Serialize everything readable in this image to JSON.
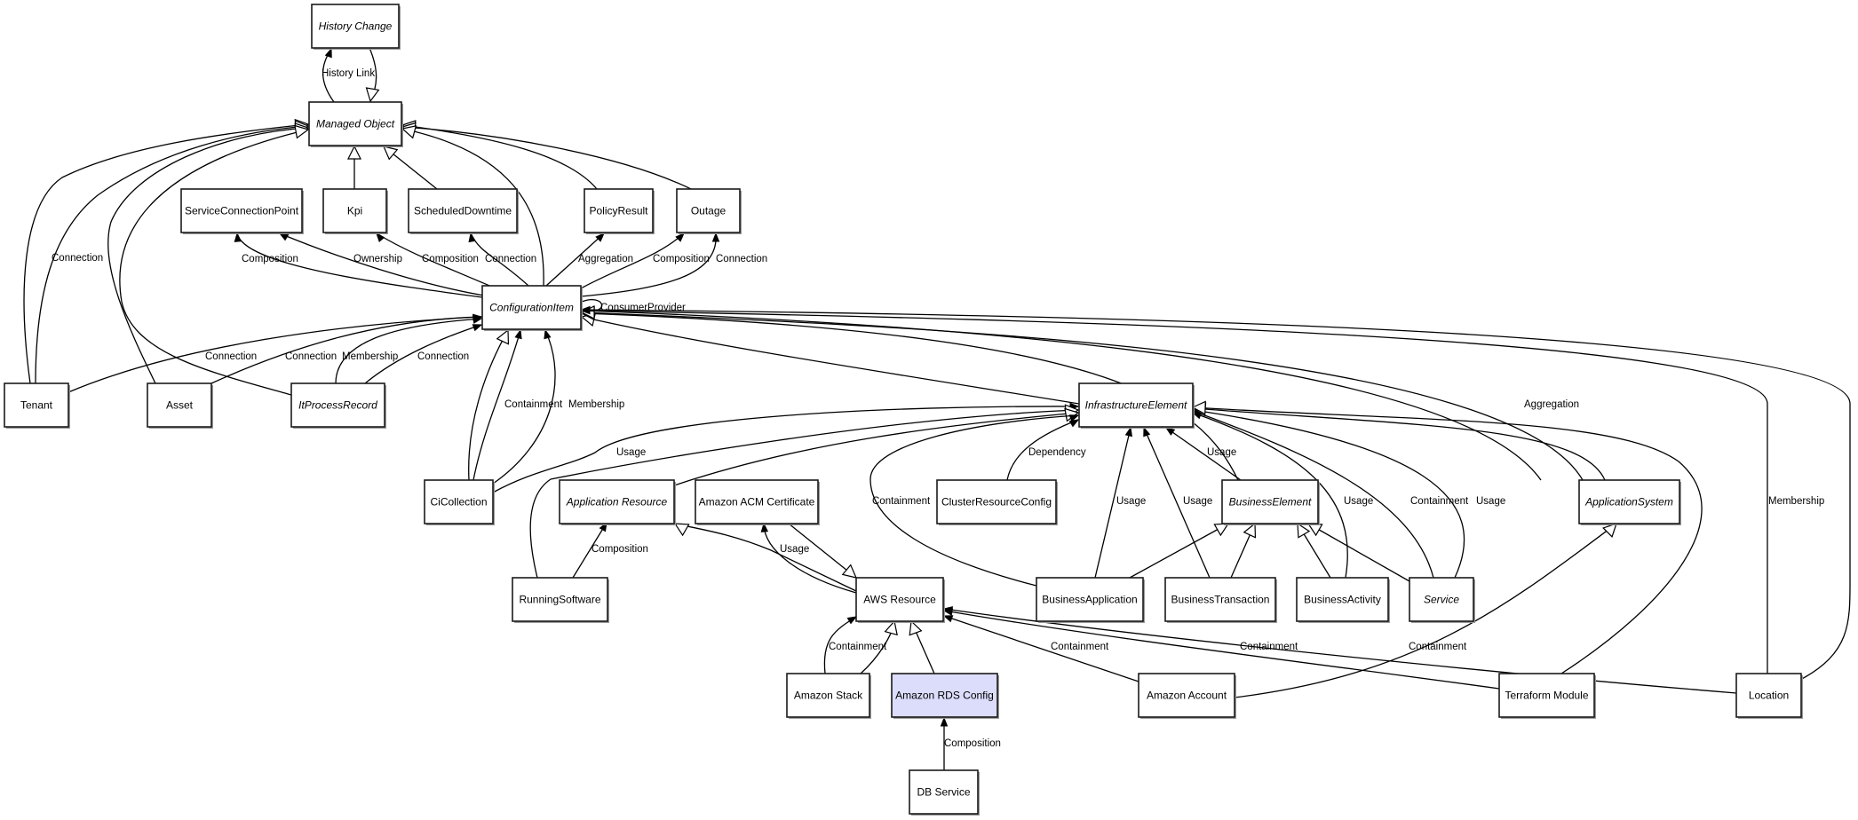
{
  "diagram": {
    "title": "CMDB Class Model",
    "highlight_color": "#dcdcfb",
    "nodes": [
      {
        "id": "history-change",
        "label": "History Change",
        "abstract": true
      },
      {
        "id": "managed-object",
        "label": "Managed Object",
        "abstract": true
      },
      {
        "id": "service-connection-point",
        "label": "ServiceConnectionPoint",
        "abstract": false
      },
      {
        "id": "kpi",
        "label": "Kpi",
        "abstract": false
      },
      {
        "id": "scheduled-downtime",
        "label": "ScheduledDowntime",
        "abstract": false
      },
      {
        "id": "policy-result",
        "label": "PolicyResult",
        "abstract": false
      },
      {
        "id": "outage",
        "label": "Outage",
        "abstract": false
      },
      {
        "id": "configuration-item",
        "label": "ConfigurationItem",
        "abstract": true
      },
      {
        "id": "tenant",
        "label": "Tenant",
        "abstract": false
      },
      {
        "id": "asset",
        "label": "Asset",
        "abstract": false
      },
      {
        "id": "it-process-record",
        "label": "ItProcessRecord",
        "abstract": true
      },
      {
        "id": "ci-collection",
        "label": "CiCollection",
        "abstract": false
      },
      {
        "id": "application-resource",
        "label": "Application Resource",
        "abstract": true
      },
      {
        "id": "amazon-acm-certificate",
        "label": "Amazon ACM Certificate",
        "abstract": false
      },
      {
        "id": "cluster-resource-config",
        "label": "ClusterResourceConfig",
        "abstract": false
      },
      {
        "id": "infrastructure-element",
        "label": "InfrastructureElement",
        "abstract": true
      },
      {
        "id": "business-element",
        "label": "BusinessElement",
        "abstract": true
      },
      {
        "id": "application-system",
        "label": "ApplicationSystem",
        "abstract": true
      },
      {
        "id": "running-software",
        "label": "RunningSoftware",
        "abstract": false
      },
      {
        "id": "aws-resource",
        "label": "AWS Resource",
        "abstract": false
      },
      {
        "id": "business-application",
        "label": "BusinessApplication",
        "abstract": false
      },
      {
        "id": "business-transaction",
        "label": "BusinessTransaction",
        "abstract": false
      },
      {
        "id": "business-activity",
        "label": "BusinessActivity",
        "abstract": false
      },
      {
        "id": "service",
        "label": "Service",
        "abstract": true
      },
      {
        "id": "amazon-stack",
        "label": "Amazon Stack",
        "abstract": false
      },
      {
        "id": "amazon-rds-config",
        "label": "Amazon RDS Config",
        "abstract": false,
        "highlighted": true
      },
      {
        "id": "amazon-account",
        "label": "Amazon Account",
        "abstract": false
      },
      {
        "id": "terraform-module",
        "label": "Terraform Module",
        "abstract": false
      },
      {
        "id": "location",
        "label": "Location",
        "abstract": false
      },
      {
        "id": "db-service",
        "label": "DB Service",
        "abstract": false
      }
    ],
    "edges": [
      {
        "from": "managed-object",
        "to": "history-change",
        "label": "History Link",
        "kind": "association"
      },
      {
        "from": "history-change",
        "to": "managed-object",
        "label": "",
        "kind": "generalization"
      },
      {
        "from": "kpi",
        "to": "managed-object",
        "label": "",
        "kind": "generalization"
      },
      {
        "from": "scheduled-downtime",
        "to": "managed-object",
        "label": "",
        "kind": "generalization"
      },
      {
        "from": "policy-result",
        "to": "managed-object",
        "label": "",
        "kind": "generalization"
      },
      {
        "from": "outage",
        "to": "managed-object",
        "label": "",
        "kind": "generalization"
      },
      {
        "from": "configuration-item",
        "to": "managed-object",
        "label": "",
        "kind": "generalization"
      },
      {
        "from": "tenant",
        "to": "managed-object",
        "label": "",
        "kind": "generalization"
      },
      {
        "from": "tenant",
        "to": "managed-object",
        "label": "Connection",
        "kind": "generalization"
      },
      {
        "from": "asset",
        "to": "managed-object",
        "label": "",
        "kind": "generalization"
      },
      {
        "from": "it-process-record",
        "to": "managed-object",
        "label": "",
        "kind": "generalization"
      },
      {
        "from": "configuration-item",
        "to": "service-connection-point",
        "label": "Composition",
        "kind": "association"
      },
      {
        "from": "configuration-item",
        "to": "service-connection-point",
        "label": "Ownership",
        "kind": "association"
      },
      {
        "from": "configuration-item",
        "to": "kpi",
        "label": "Composition",
        "kind": "association"
      },
      {
        "from": "configuration-item",
        "to": "scheduled-downtime",
        "label": "Connection",
        "kind": "association"
      },
      {
        "from": "configuration-item",
        "to": "policy-result",
        "label": "Aggregation",
        "kind": "association"
      },
      {
        "from": "configuration-item",
        "to": "outage",
        "label": "Composition",
        "kind": "association"
      },
      {
        "from": "configuration-item",
        "to": "outage",
        "label": "Connection",
        "kind": "association"
      },
      {
        "from": "configuration-item",
        "to": "configuration-item",
        "label": "ConsumerProvider",
        "kind": "association"
      },
      {
        "from": "tenant",
        "to": "configuration-item",
        "label": "Connection",
        "kind": "association"
      },
      {
        "from": "asset",
        "to": "configuration-item",
        "label": "Connection",
        "kind": "association"
      },
      {
        "from": "it-process-record",
        "to": "configuration-item",
        "label": "Membership",
        "kind": "association"
      },
      {
        "from": "it-process-record",
        "to": "configuration-item",
        "label": "Connection",
        "kind": "association"
      },
      {
        "from": "ci-collection",
        "to": "configuration-item",
        "label": "",
        "kind": "generalization"
      },
      {
        "from": "ci-collection",
        "to": "configuration-item",
        "label": "Containment",
        "kind": "association"
      },
      {
        "from": "ci-collection",
        "to": "configuration-item",
        "label": "Membership",
        "kind": "association"
      },
      {
        "from": "infrastructure-element",
        "to": "configuration-item",
        "label": "",
        "kind": "generalization"
      },
      {
        "from": "business-element",
        "to": "configuration-item",
        "label": "",
        "kind": "generalization"
      },
      {
        "from": "application-system",
        "to": "configuration-item",
        "label": "",
        "kind": "generalization"
      },
      {
        "from": "application-system",
        "to": "configuration-item",
        "label": "Aggregation",
        "kind": "association"
      },
      {
        "from": "location",
        "to": "configuration-item",
        "label": "Membership",
        "kind": "association"
      },
      {
        "from": "location",
        "to": "configuration-item",
        "label": "",
        "kind": "association"
      },
      {
        "from": "ci-collection",
        "to": "infrastructure-element",
        "label": "Usage",
        "kind": "association"
      },
      {
        "from": "running-software",
        "to": "infrastructure-element",
        "label": "",
        "kind": "generalization"
      },
      {
        "from": "application-resource",
        "to": "infrastructure-element",
        "label": "",
        "kind": "generalization"
      },
      {
        "from": "business-application",
        "to": "infrastructure-element",
        "label": "Containment",
        "kind": "association"
      },
      {
        "from": "cluster-resource-config",
        "to": "infrastructure-element",
        "label": "Dependency",
        "kind": "association"
      },
      {
        "from": "business-application",
        "to": "infrastructure-element",
        "label": "Usage",
        "kind": "association"
      },
      {
        "from": "business-transaction",
        "to": "infrastructure-element",
        "label": "Usage",
        "kind": "association"
      },
      {
        "from": "business-element",
        "to": "infrastructure-element",
        "label": "Usage",
        "kind": "association"
      },
      {
        "from": "business-activity",
        "to": "infrastructure-element",
        "label": "Usage",
        "kind": "association"
      },
      {
        "from": "service",
        "to": "infrastructure-element",
        "label": "Containment",
        "kind": "association"
      },
      {
        "from": "service",
        "to": "infrastructure-element",
        "label": "Usage",
        "kind": "association"
      },
      {
        "from": "application-system",
        "to": "infrastructure-element",
        "label": "",
        "kind": "generalization"
      },
      {
        "from": "terraform-module",
        "to": "infrastructure-element",
        "label": "",
        "kind": "generalization"
      },
      {
        "from": "running-software",
        "to": "application-resource",
        "label": "Composition",
        "kind": "association"
      },
      {
        "from": "aws-resource",
        "to": "application-resource",
        "label": "",
        "kind": "generalization"
      },
      {
        "from": "aws-resource",
        "to": "amazon-acm-certificate",
        "label": "Usage",
        "kind": "association"
      },
      {
        "from": "amazon-acm-certificate",
        "to": "aws-resource",
        "label": "",
        "kind": "generalization"
      },
      {
        "from": "business-application",
        "to": "business-element",
        "label": "",
        "kind": "generalization"
      },
      {
        "from": "business-transaction",
        "to": "business-element",
        "label": "",
        "kind": "generalization"
      },
      {
        "from": "business-activity",
        "to": "business-element",
        "label": "",
        "kind": "generalization"
      },
      {
        "from": "service",
        "to": "business-element",
        "label": "",
        "kind": "generalization"
      },
      {
        "from": "amazon-account",
        "to": "application-system",
        "label": "",
        "kind": "generalization"
      },
      {
        "from": "amazon-stack",
        "to": "aws-resource",
        "label": "Containment",
        "kind": "association"
      },
      {
        "from": "amazon-stack",
        "to": "aws-resource",
        "label": "",
        "kind": "generalization"
      },
      {
        "from": "amazon-rds-config",
        "to": "aws-resource",
        "label": "",
        "kind": "generalization"
      },
      {
        "from": "db-service",
        "to": "amazon-rds-config",
        "label": "Composition",
        "kind": "association"
      },
      {
        "from": "amazon-account",
        "to": "aws-resource",
        "label": "Containment",
        "kind": "association"
      },
      {
        "from": "terraform-module",
        "to": "aws-resource",
        "label": "Containment",
        "kind": "association"
      },
      {
        "from": "location",
        "to": "aws-resource",
        "label": "Containment",
        "kind": "association"
      }
    ]
  }
}
